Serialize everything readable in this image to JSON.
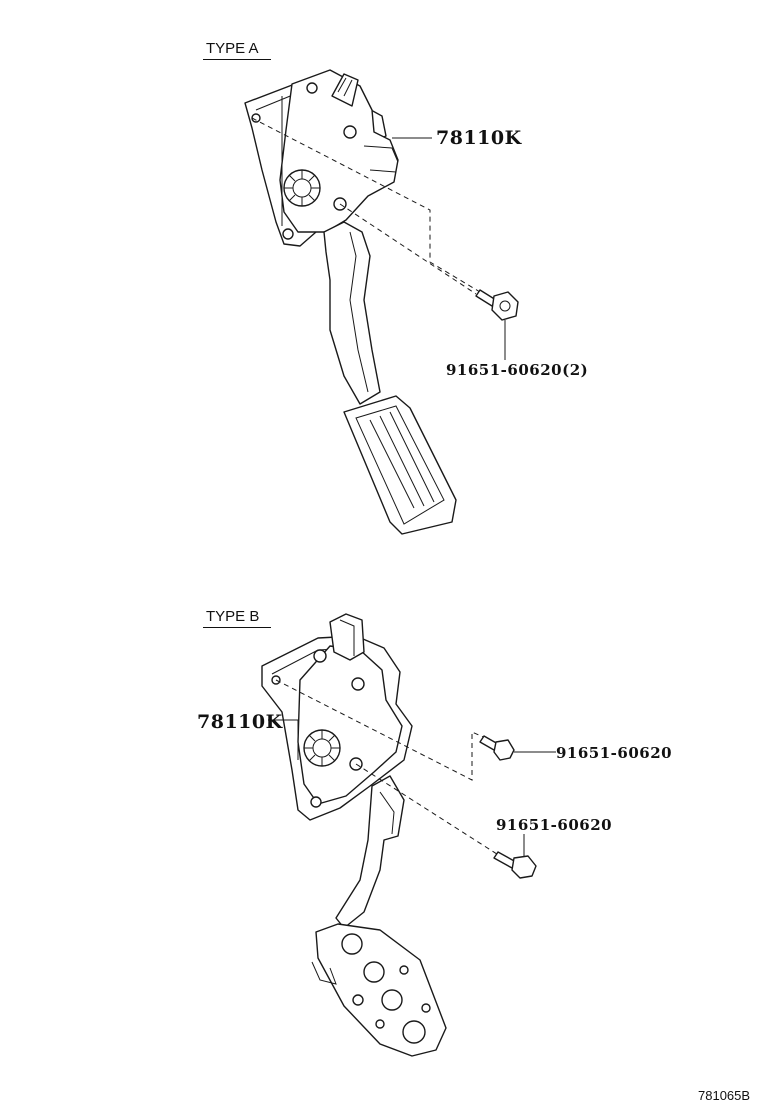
{
  "type_a": {
    "title": "TYPE A",
    "pedal_part": "78110K",
    "bolt_part": "91651-60620(2)"
  },
  "type_b": {
    "title": "TYPE B",
    "pedal_part": "78110K",
    "bolt_upper_part": "91651-60620",
    "bolt_lower_part": "91651-60620"
  },
  "drawing_code": "781065B"
}
